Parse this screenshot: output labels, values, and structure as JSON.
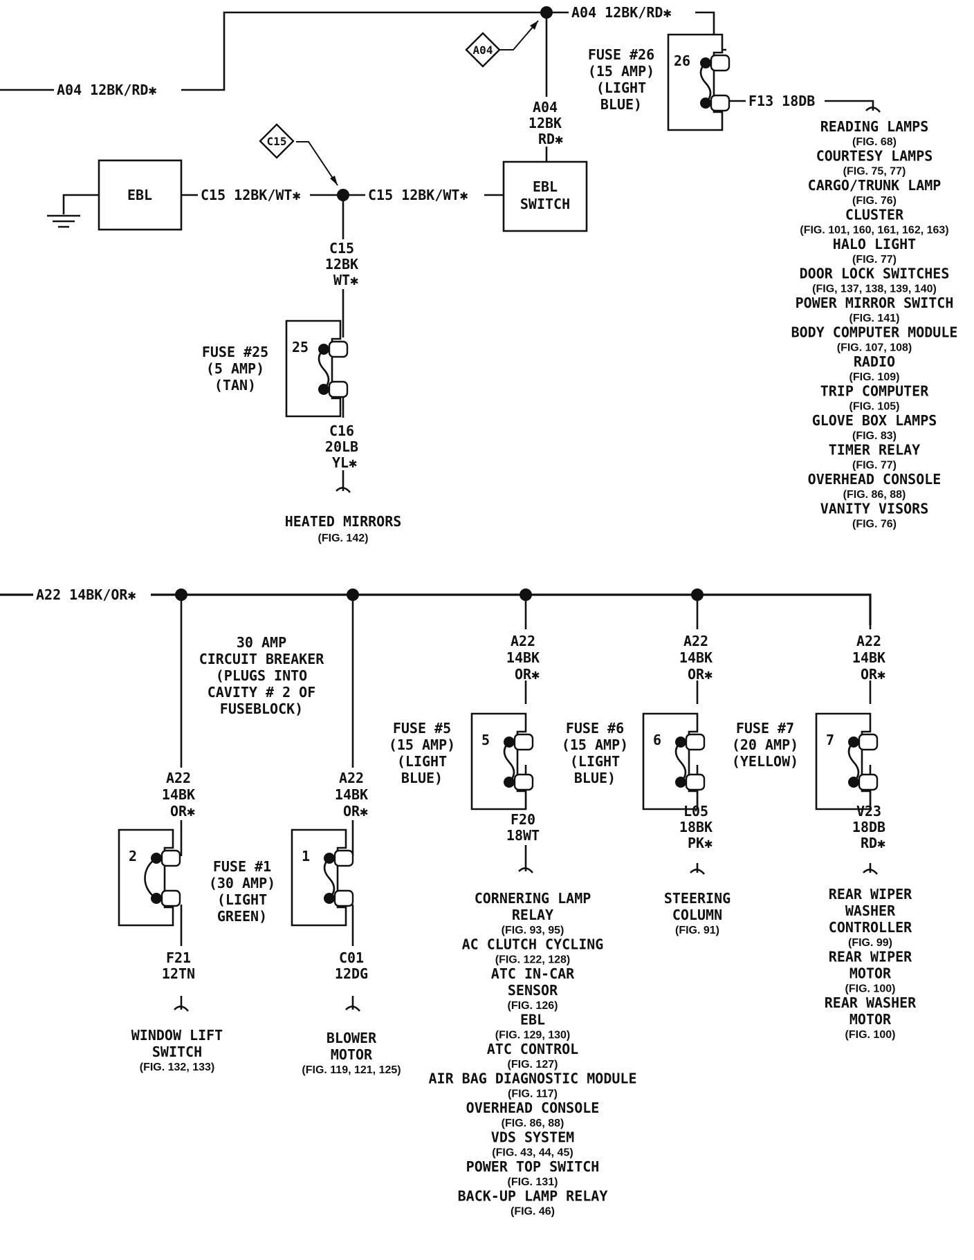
{
  "wires": {
    "a04_left": "A04 12BK/RD✱",
    "a04_top": "A04 12BK/RD✱",
    "a04_down": [
      "A04",
      "12BK",
      "RD✱"
    ],
    "f13": "F13 18DB",
    "c15_left": "C15 12BK/WT✱",
    "c15_right": "C15 12BK/WT✱",
    "c15_down": [
      "C15",
      "12BK",
      "WT✱"
    ],
    "c16": [
      "C16",
      "20LB",
      "YL✱"
    ],
    "a22_main": "A22 14BK/OR✱",
    "a22_drop": [
      "A22",
      "14BK",
      "OR✱"
    ],
    "f21": [
      "F21",
      "12TN"
    ],
    "c01": [
      "C01",
      "12DG"
    ],
    "f20": [
      "F20",
      "18WT"
    ],
    "l05": [
      "L05",
      "18BK",
      "PK✱"
    ],
    "v23": [
      "V23",
      "18DB",
      "RD✱"
    ]
  },
  "connectors": {
    "a04": "A04",
    "c15": "C15"
  },
  "components": {
    "ebl": "EBL",
    "ebl_switch": [
      "EBL",
      "SWITCH"
    ]
  },
  "fuses": {
    "f26": {
      "num": "26",
      "label": [
        "FUSE #26",
        "(15 AMP)",
        "(LIGHT",
        "BLUE)"
      ]
    },
    "f25": {
      "num": "25",
      "label": [
        "FUSE #25",
        "(5 AMP)",
        "(TAN)"
      ]
    },
    "f5": {
      "num": "5",
      "label": [
        "FUSE #5",
        "(15 AMP)",
        "(LIGHT",
        "BLUE)"
      ]
    },
    "f6": {
      "num": "6",
      "label": [
        "FUSE #6",
        "(15 AMP)",
        "(LIGHT",
        "BLUE)"
      ]
    },
    "f7": {
      "num": "7",
      "label": [
        "FUSE #7",
        "(20 AMP)",
        "(YELLOW)"
      ]
    },
    "f1": {
      "num": "1",
      "label": [
        "FUSE #1",
        "(30 AMP)",
        "(LIGHT",
        "GREEN)"
      ]
    },
    "cb2": {
      "num": "2",
      "label": [
        "30 AMP",
        "CIRCUIT BREAKER",
        "(PLUGS INTO",
        "CAVITY # 2 OF",
        "FUSEBLOCK)"
      ]
    }
  },
  "dest_f13": [
    {
      "name": "READING LAMPS",
      "fig": "(FIG. 68)"
    },
    {
      "name": "COURTESY LAMPS",
      "fig": "(FIG. 75, 77)"
    },
    {
      "name": "CARGO/TRUNK LAMP",
      "fig": "(FIG. 76)"
    },
    {
      "name": "CLUSTER",
      "fig": "(FIG. 101, 160, 161, 162, 163)"
    },
    {
      "name": "HALO LIGHT",
      "fig": "(FIG. 77)"
    },
    {
      "name": "DOOR LOCK SWITCHES",
      "fig": "(FIG, 137, 138, 139, 140)"
    },
    {
      "name": "POWER MIRROR SWITCH",
      "fig": "(FIG. 141)"
    },
    {
      "name": "BODY COMPUTER MODULE",
      "fig": "(FIG. 107, 108)"
    },
    {
      "name": "RADIO",
      "fig": "(FIG. 109)"
    },
    {
      "name": "TRIP COMPUTER",
      "fig": "(FIG. 105)"
    },
    {
      "name": "GLOVE BOX LAMPS",
      "fig": "(FIG. 83)"
    },
    {
      "name": "TIMER RELAY",
      "fig": "(FIG. 77)"
    },
    {
      "name": "OVERHEAD CONSOLE",
      "fig": "(FIG. 86, 88)"
    },
    {
      "name": "VANITY VISORS",
      "fig": "(FIG. 76)"
    }
  ],
  "dest_c16": {
    "name": "HEATED MIRRORS",
    "fig": "(FIG. 142)"
  },
  "dest_f21": {
    "name": [
      "WINDOW LIFT",
      "SWITCH"
    ],
    "fig": "(FIG. 132, 133)"
  },
  "dest_c01": {
    "name": [
      "BLOWER",
      "MOTOR"
    ],
    "fig": "(FIG. 119, 121, 125)"
  },
  "dest_f20": [
    {
      "name": [
        "CORNERING LAMP",
        "RELAY"
      ],
      "fig": "(FIG. 93, 95)"
    },
    {
      "name": [
        "AC CLUTCH CYCLING"
      ],
      "fig": "(FIG. 122, 128)"
    },
    {
      "name": [
        "ATC IN-CAR",
        "SENSOR"
      ],
      "fig": "(FIG. 126)"
    },
    {
      "name": [
        "EBL"
      ],
      "fig": "(FIG. 129, 130)"
    },
    {
      "name": [
        "ATC CONTROL"
      ],
      "fig": "(FIG. 127)"
    },
    {
      "name": [
        "AIR BAG DIAGNOSTIC MODULE"
      ],
      "fig": "(FIG. 117)"
    },
    {
      "name": [
        "OVERHEAD CONSOLE"
      ],
      "fig": "(FIG. 86, 88)"
    },
    {
      "name": [
        "VDS SYSTEM"
      ],
      "fig": "(FIG. 43, 44, 45)"
    },
    {
      "name": [
        "POWER TOP SWITCH"
      ],
      "fig": "(FIG. 131)"
    },
    {
      "name": [
        "BACK-UP LAMP RELAY"
      ],
      "fig": "(FIG. 46)"
    }
  ],
  "dest_l05": {
    "name": [
      "STEERING",
      "COLUMN"
    ],
    "fig": "(FIG. 91)"
  },
  "dest_v23": [
    {
      "name": [
        "REAR WIPER",
        "WASHER",
        "CONTROLLER"
      ],
      "fig": "(FIG. 99)"
    },
    {
      "name": [
        "REAR WIPER",
        "MOTOR"
      ],
      "fig": "(FIG. 100)"
    },
    {
      "name": [
        "REAR WASHER",
        "MOTOR"
      ],
      "fig": "(FIG. 100)"
    }
  ]
}
